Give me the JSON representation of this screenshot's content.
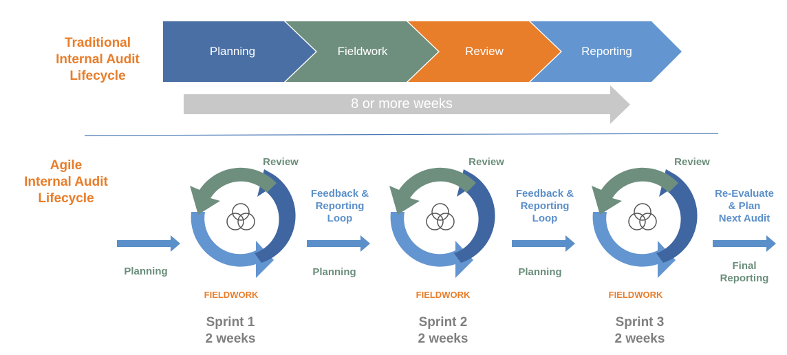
{
  "traditional": {
    "title_lines": [
      "Traditional",
      "Internal Audit",
      "Lifecycle"
    ],
    "phases": [
      "Planning",
      "Fieldwork",
      "Review",
      "Reporting"
    ],
    "phase_colors": [
      "#4a6fa5",
      "#6e8e7e",
      "#e87d2a",
      "#6395d0"
    ],
    "duration": "8 or more weeks"
  },
  "agile": {
    "title_lines": [
      "Agile",
      "Internal Audit",
      "Lifecycle"
    ],
    "sprints": [
      {
        "review": "Review",
        "planning": "Planning",
        "fieldwork": "FIELDWORK",
        "name": "Sprint 1",
        "weeks": "2 weeks"
      },
      {
        "review": "Review",
        "planning": "Planning",
        "fieldwork": "FIELDWORK",
        "name": "Sprint 2",
        "weeks": "2 weeks"
      },
      {
        "review": "Review",
        "planning": "Planning",
        "fieldwork": "FIELDWORK",
        "name": "Sprint 3",
        "weeks": "2 weeks"
      }
    ],
    "loop_labels": [
      [
        "Feedback &",
        "Reporting",
        "Loop"
      ],
      [
        "Feedback &",
        "Reporting",
        "Loop"
      ]
    ],
    "final_label": [
      "Re-Evaluate",
      "& Plan",
      "Next Audit"
    ],
    "final_reporting": [
      "Final",
      "Reporting"
    ]
  },
  "colors": {
    "orange": "#e87d2a",
    "green": "#6b8e7b",
    "blue_light": "#5b8fc9",
    "blue_dark": "#3f66a0",
    "gray_arrow": "#c8c8c8",
    "divider": "#4a78b5"
  }
}
